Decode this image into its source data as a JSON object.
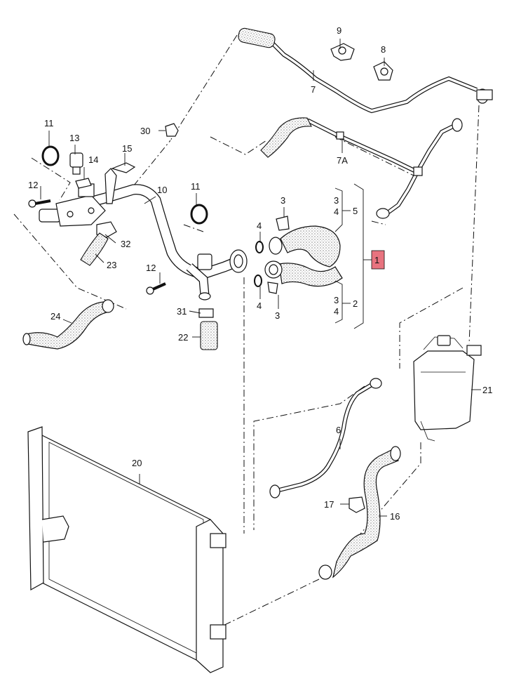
{
  "colors": {
    "highlight": "#e8737f",
    "line": "#111111",
    "texture": "#9a9a9a"
  },
  "labels": {
    "l1": "1",
    "l2": "2",
    "l3a": "3",
    "l3b": "3",
    "l3c": "3",
    "l3d": "3",
    "l4a": "4",
    "l4b": "4",
    "l4c": "4",
    "l4d": "4",
    "l5": "5",
    "l6": "6",
    "l7": "7",
    "l7a": "7A",
    "l8": "8",
    "l9": "9",
    "l10": "10",
    "l11a": "11",
    "l11b": "11",
    "l12a": "12",
    "l12b": "12",
    "l13": "13",
    "l14": "14",
    "l15": "15",
    "l16": "16",
    "l17": "17",
    "l20": "20",
    "l21": "21",
    "l22": "22",
    "l23": "23",
    "l24": "24",
    "l30": "30",
    "l31": "31",
    "l32": "32"
  }
}
